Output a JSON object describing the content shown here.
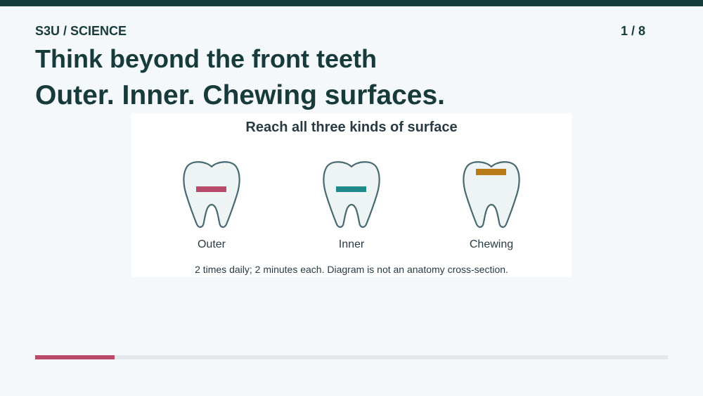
{
  "header": {
    "course_label": "S3U / SCIENCE",
    "page_counter": "1 / 8"
  },
  "title": "Think beyond the front teeth",
  "subtitle": "Outer. Inner. Chewing surfaces.",
  "diagram": {
    "heading": "Reach all three kinds of surface",
    "teeth": [
      {
        "label": "Outer",
        "icon": "tooth-icon",
        "surface": "outer",
        "marker_color": "#b84a6a"
      },
      {
        "label": "Inner",
        "icon": "tooth-icon",
        "surface": "inner",
        "marker_color": "#1f8a8a"
      },
      {
        "label": "Chewing",
        "icon": "tooth-icon",
        "surface": "chewing",
        "marker_color": "#b97b17"
      }
    ],
    "note": "2 times daily; 2 minutes each. Diagram is not an anatomy cross-section."
  },
  "progress": {
    "current": 1,
    "total": 8,
    "fraction": 0.125,
    "fill_color": "#b84a6a"
  },
  "colors": {
    "accent_dark": "#173b3a",
    "tooth_outline": "#486a70",
    "tooth_fill": "#eef4f4"
  }
}
